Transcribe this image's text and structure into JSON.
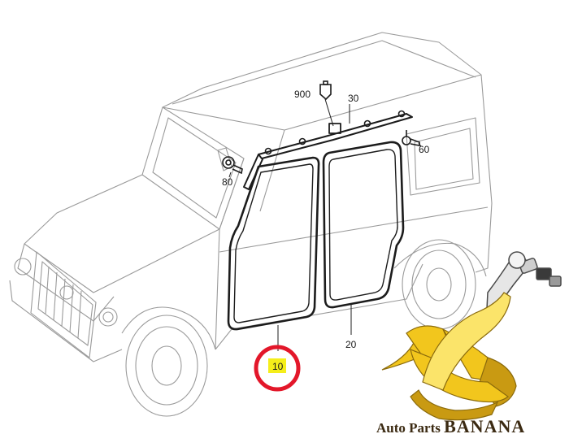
{
  "callouts": {
    "c900": "900",
    "c30": "30",
    "c60": "60",
    "c80": "80",
    "c20": "20",
    "c10": "10"
  },
  "brand": {
    "part1": "Auto Parts ",
    "part2": "BANANA"
  },
  "colors": {
    "highlight_ring": "#e3172a",
    "highlight_fill": "#f5ee1a",
    "banana_yellow": "#f2c61d",
    "banana_dark": "#c99a12"
  }
}
